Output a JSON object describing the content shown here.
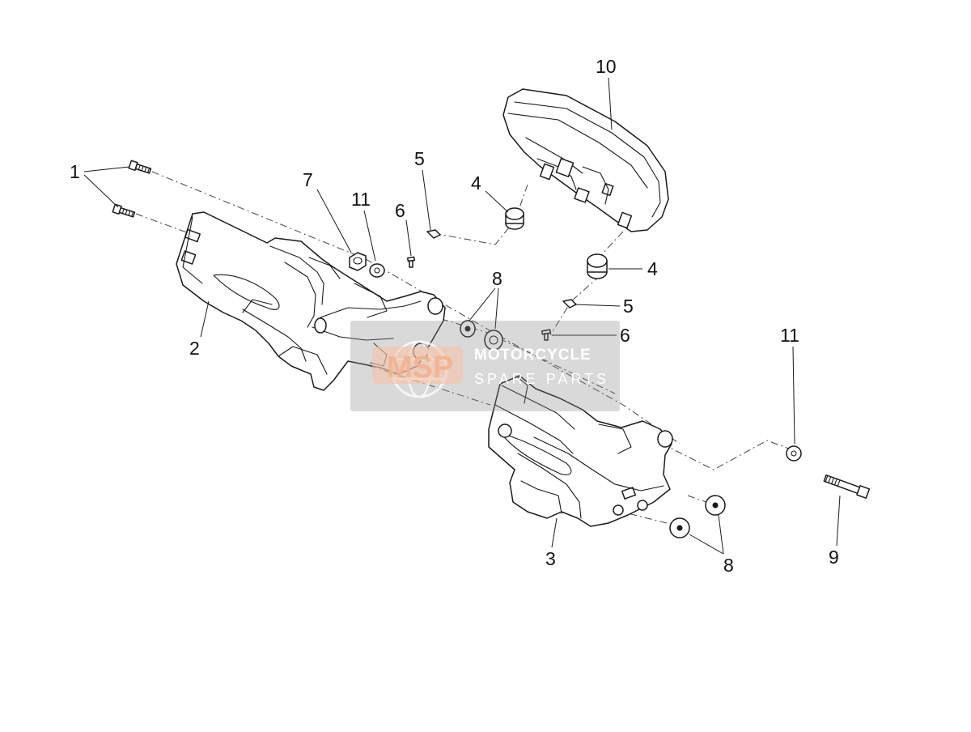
{
  "callouts": {
    "c1": "1",
    "c2": "2",
    "c3": "3",
    "c4a": "4",
    "c4b": "4",
    "c5a": "5",
    "c5b": "5",
    "c6a": "6",
    "c6b": "6",
    "c7": "7",
    "c8a": "8",
    "c8b": "8",
    "c9": "9",
    "c10": "10",
    "c11a": "11",
    "c11b": "11"
  },
  "watermark": {
    "logo": "MSP",
    "line1": "MOTORCYCLE",
    "line2": "SPARE PARTS"
  },
  "colors": {
    "line": "#1a1a1a",
    "watermark_box": "#8a8a8a",
    "watermark_logo": "#f3b08e"
  }
}
